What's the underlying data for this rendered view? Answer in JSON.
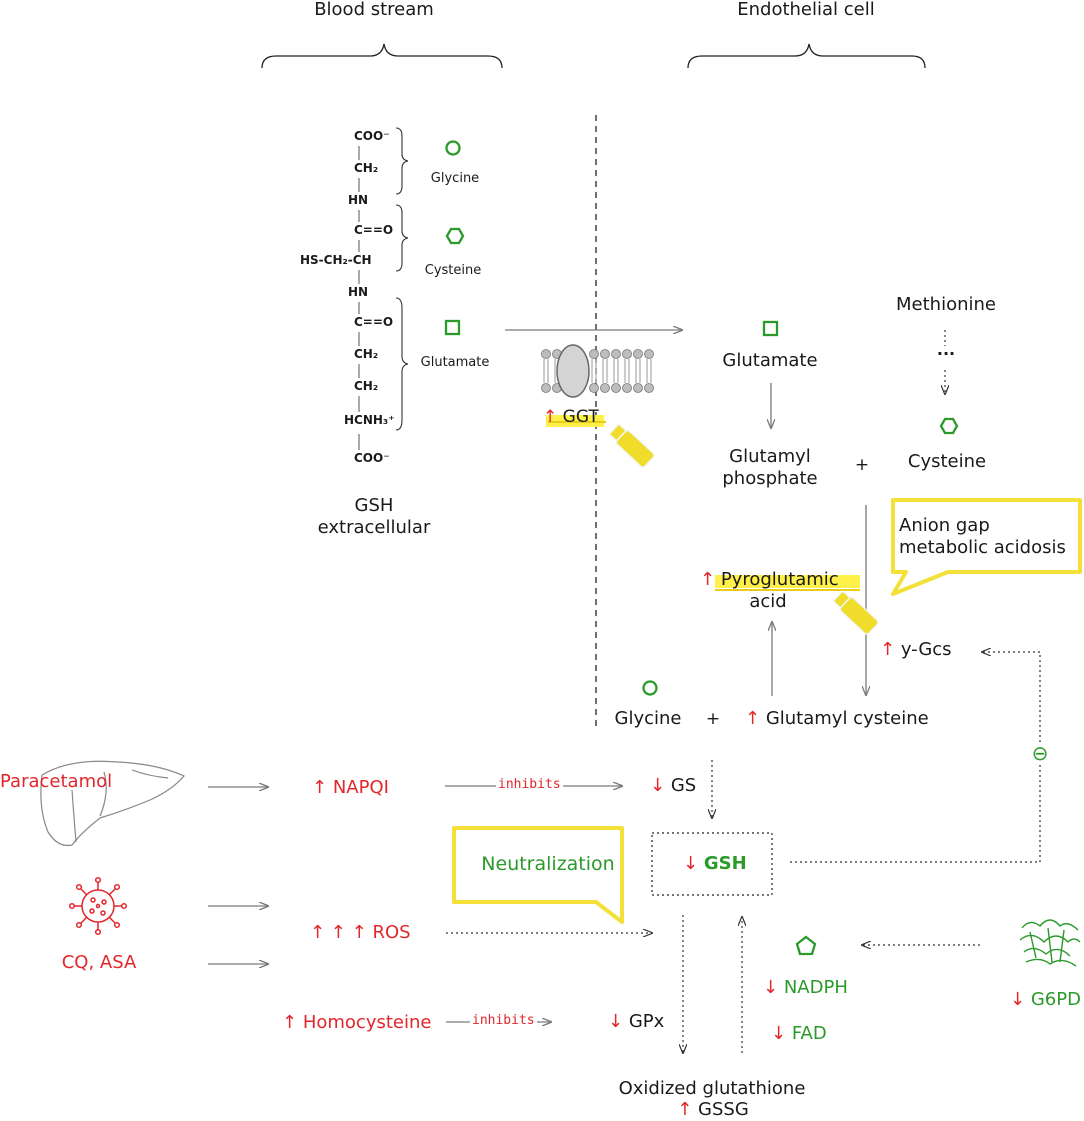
{
  "headers": {
    "blood": "Blood stream",
    "endo": "Endothelial cell"
  },
  "gsh_structure": {
    "coo_top": "COO⁻",
    "ch2_1": "CH₂",
    "hn_1": "HN",
    "co_1": "C==O",
    "hs": "HS-CH₂-CH",
    "hn_2": "HN",
    "co_2": "C==O",
    "ch2_2": "CH₂",
    "ch2_3": "CH₂",
    "hcnh3": "HCNH₃⁺",
    "coo_bottom": "COO⁻",
    "glycine": "Glycine",
    "cysteine": "Cysteine",
    "glutamate": "Glutamate",
    "caption_line1": "GSH",
    "caption_line2": "extracellular"
  },
  "membrane": {
    "enzyme": "GGT",
    "up": "↑"
  },
  "cell": {
    "methionine": "Methionine",
    "ellipsis": "...",
    "glutamate": "Glutamate",
    "glutamyl_line1": "Glutamyl",
    "glutamyl_line2": "phosphate",
    "plus1": "+",
    "cysteine": "Cysteine",
    "callout_line1": "Anion gap",
    "callout_line2": "metabolic  acidosis",
    "pyro_line1": "Pyroglutamic",
    "pyro_line2": "acid",
    "ygcs": "y-Gcs",
    "glycine": "Glycine",
    "plus2": "+",
    "glutamyl_cys": "Glutamyl cysteine",
    "minus_symbol": "⊖"
  },
  "pathway": {
    "paracetamol": "Paracetamol",
    "napqi": "NAPQI",
    "inhibits1": "inhibits",
    "gs": "GS",
    "neutralization": "Neutralization",
    "gsh": "GSH",
    "cq_asa": "CQ, ASA",
    "ros": "ROS",
    "homocysteine": "Homocysteine",
    "inhibits2": "inhibits",
    "gpx": "GPx",
    "nadph": "NADPH",
    "fad": "FAD",
    "g6pd": "G6PD",
    "oxidized": "Oxidized glutathione",
    "gssg": "GSSG",
    "up": "↑",
    "down": "↓",
    "triple_up": "↑ ↑ ↑"
  },
  "colors": {
    "red": "#e3262b",
    "green": "#2b9a2b",
    "highlight": "#fff04a",
    "arrow": "#7a7a7a"
  },
  "icons": [
    "liver-icon",
    "virus-icon",
    "membrane-channel-icon",
    "highlighter-icon",
    "enzyme-structure-icon"
  ]
}
